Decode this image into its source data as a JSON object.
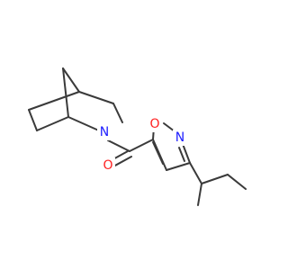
{
  "atoms": {
    "nitrogen_amide": {
      "label": "N",
      "color": "#2020ff"
    },
    "oxygen_carbonyl": {
      "label": "O",
      "color": "#ff2020"
    },
    "oxygen_ring": {
      "label": "O",
      "color": "#ff2020"
    },
    "nitrogen_ring": {
      "label": "N",
      "color": "#2020ff"
    }
  },
  "colors": {
    "bond": "#3a3a3a",
    "background": "#ffffff"
  }
}
